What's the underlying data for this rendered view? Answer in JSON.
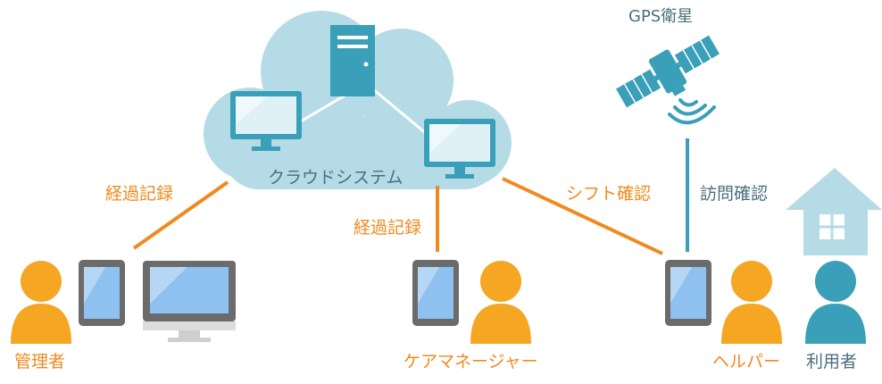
{
  "cloud": {
    "label": "クラウドシステム"
  },
  "satellite": {
    "label": "GPS衛星"
  },
  "links": {
    "admin": "経過記録",
    "manager": "経過記録",
    "helper": "シフト確認",
    "gps": "訪問確認"
  },
  "people": {
    "admin": "管理者",
    "manager": "ケアマネージャー",
    "helper": "ヘルパー",
    "user": "利用者"
  },
  "colors": {
    "orange": "#f08a1e",
    "cloud": "#b5dbe6",
    "teal": "#3ea6bf",
    "person_orange": "#f5a623",
    "person_teal": "#3a9fb8",
    "device_gray": "#6b6b6b",
    "screen_blue": "#8ec0f0"
  }
}
